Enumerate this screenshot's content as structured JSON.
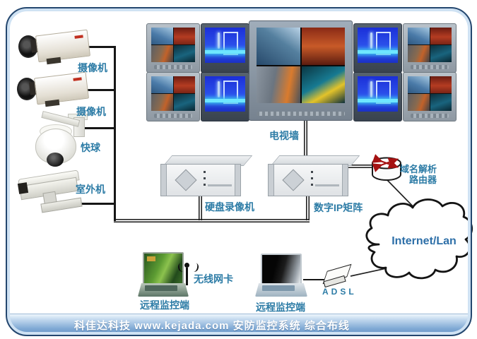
{
  "colors": {
    "label_text": "#2d7ca6",
    "frame_border": "#24476f",
    "frame_glow": "#cfe2f3",
    "banner_blue": "#6997c9",
    "line": "#161616",
    "tv_blue_screen": "#2e56ee"
  },
  "devices": {
    "camera1": {
      "label": "摄像机"
    },
    "camera2": {
      "label": "摄像机"
    },
    "speed_dome": {
      "label": "快球"
    },
    "outdoor_camera": {
      "label": "室外机"
    },
    "tv_wall": {
      "label": "电视墙",
      "monitor_count": 9
    },
    "dvr": {
      "label": "硬盘录像机"
    },
    "ip_matrix": {
      "label": "数字IP矩阵"
    },
    "router": {
      "label_line1": "域名解析",
      "label_line2": "路由器"
    },
    "internet_cloud": {
      "label": "Internet/Lan"
    },
    "wireless_adapter": {
      "label": "无线网卡"
    },
    "remote_client_left": {
      "label": "远程监控端"
    },
    "remote_client_right": {
      "label": "远程监控端"
    },
    "adsl_modem": {
      "label": "ADSL"
    }
  },
  "footer": {
    "text": "科佳达科技 www.kejada.com 安防监控系统 综合布线",
    "brand": "科佳达科技",
    "website": "www.kejada.com"
  },
  "icons": {
    "router": "cisco-router-cylinder-with-red-cross-arrows",
    "cloud": "hand-drawn-internet-cloud",
    "antenna": "wireless-antenna"
  }
}
